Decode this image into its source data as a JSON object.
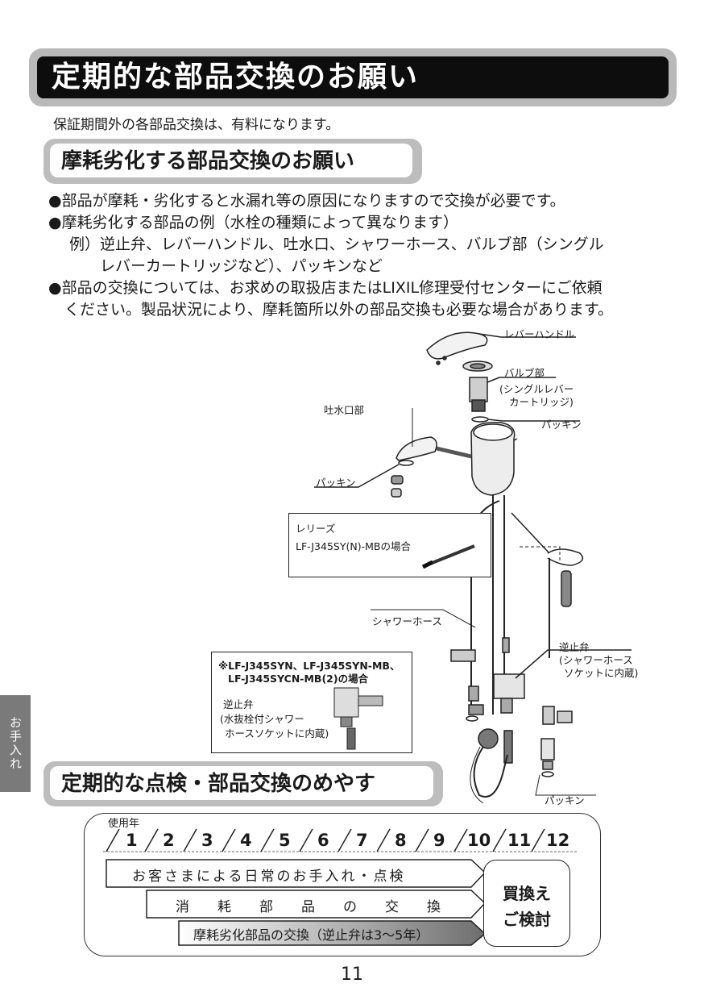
{
  "title": "定期的な部品交換のお願い",
  "intro": "保証期間外の各部品交換は、有料になります。",
  "section1": {
    "heading": "摩耗劣化する部品交換のお願い",
    "bullets": [
      "●部品が摩耗・劣化すると水漏れ等の原因になりますので交換が必要です。",
      "●摩耗劣化する部品の例（水栓の種類によって異なります）",
      "例）逆止弁、レバーハンドル、吐水口、シャワーホース、バルブ部（シングル",
      "レバーカートリッジなど）、パッキンなど",
      "●部品の交換については、お求めの取扱店またはLIXIL修理受付センターにご依頼",
      "ください。製品状況により、摩耗箇所以外の部品交換も必要な場合があります。"
    ]
  },
  "diagram": {
    "lever_handle": "レバーハンドル",
    "valve": "バルブ部",
    "valve_note1": "(シングルレバー",
    "valve_note2": "カートリッジ)",
    "spout": "吐水口部",
    "packing1": "パッキン",
    "packing2": "パッキン",
    "packing3": "パッキン",
    "release_box": {
      "title": "レリーズ",
      "model": "LF-J345SY(N)-MBの場合"
    },
    "shower_hose": "シャワーホース",
    "check_valve": "逆止弁",
    "check_valve_note1": "(シャワーホース",
    "check_valve_note2": "ソケットに内蔵)",
    "models_box": {
      "line1": "※LF-J345SYN、LF-J345SYN-MB、",
      "line2": "LF-J345SYCN-MB(2)の場合",
      "label": "逆止弁",
      "note1": "(水抜栓付シャワー",
      "note2": "ホースソケットに内蔵)"
    }
  },
  "side_tab": "お手入れ",
  "section2": {
    "heading": "定期的な点検・部品交換のめやす"
  },
  "schedule": {
    "label": "使用年",
    "years": [
      "1",
      "2",
      "3",
      "4",
      "5",
      "6",
      "7",
      "8",
      "9",
      "10",
      "11",
      "12"
    ],
    "row1": "お客さまによる日常のお手入れ・点検",
    "row2": [
      "消",
      "耗",
      "部",
      "品",
      "の",
      "交",
      "換"
    ],
    "row3": "摩耗劣化部品の交換（逆止弁は3〜5年）",
    "replace_line1": "買換え",
    "replace_line2": "ご検討"
  },
  "page_number": "11"
}
